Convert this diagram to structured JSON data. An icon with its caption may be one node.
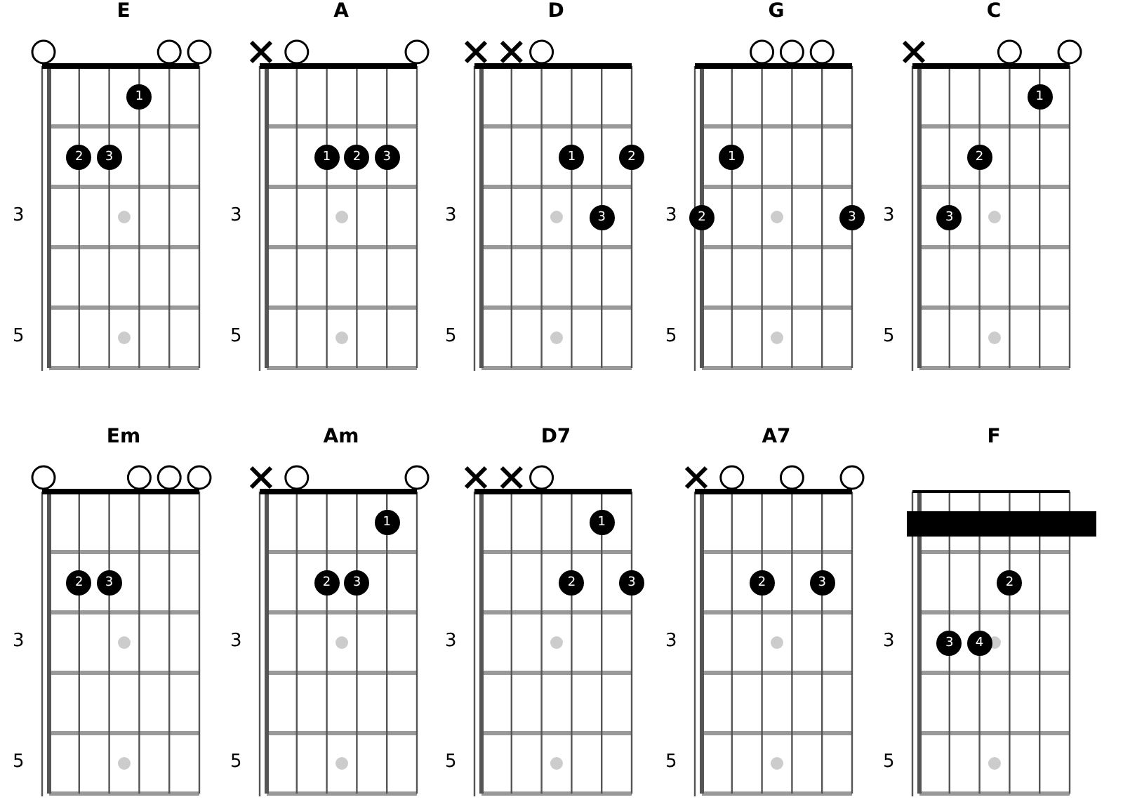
{
  "diagram": {
    "nodes": [
      {
        "text": [
          "E"
        ]
      },
      {
        "text": [
          "1"
        ],
        "in": 0
      },
      {
        "text": [
          "2"
        ],
        "in": 0
      },
      {
        "text": [
          "3"
        ],
        "in": 0
      },
      {
        "text": [
          "A"
        ]
      },
      {
        "text": [
          "1"
        ],
        "in": 4
      },
      {
        "text": [
          "2"
        ],
        "in": 4
      },
      {
        "text": [
          "3"
        ],
        "in": 4
      },
      {
        "text": [
          "D"
        ]
      },
      {
        "text": [
          "1"
        ],
        "in": 8
      },
      {
        "text": [
          "2"
        ],
        "in": 8
      },
      {
        "text": [
          "3"
        ],
        "in": 8
      },
      {
        "text": [
          "G"
        ]
      },
      {
        "text": [
          "1"
        ],
        "in": 12
      },
      {
        "text": [
          "2"
        ],
        "in": 12
      },
      {
        "text": [
          "3"
        ],
        "in": 12
      },
      {
        "text": [
          "C"
        ]
      },
      {
        "text": [
          "1"
        ],
        "in": 16
      },
      {
        "text": [
          "2"
        ],
        "in": 16
      },
      {
        "text": [
          "3"
        ],
        "in": 16
      },
      {
        "text": [
          "Em"
        ]
      },
      {
        "text": [
          "2"
        ],
        "in": 20
      },
      {
        "text": [
          "3"
        ],
        "in": 20
      },
      {
        "text": [
          "Am"
        ]
      },
      {
        "text": [
          "1"
        ],
        "in": 23
      },
      {
        "text": [
          "2"
        ],
        "in": 23
      },
      {
        "text": [
          "3"
        ],
        "in": 23
      },
      {
        "text": [
          "D7"
        ]
      },
      {
        "text": [
          "1"
        ],
        "in": 27
      },
      {
        "text": [
          "2"
        ],
        "in": 27
      },
      {
        "text": [
          "3"
        ],
        "in": 27
      },
      {
        "text": [
          "A7"
        ]
      },
      {
        "text": [
          "2"
        ],
        "in": 31
      },
      {
        "text": [
          "3"
        ],
        "in": 31
      },
      {
        "text": [
          "F"
        ]
      },
      {
        "text": [],
        "shape": "bar",
        "in": 34
      },
      {
        "text": [
          "2"
        ],
        "in": 34
      },
      {
        "text": [
          "3"
        ],
        "in": 34
      },
      {
        "text": [
          "4"
        ],
        "in": 34
      }
    ],
    "labels": [
      "3",
      "3",
      "3",
      "3",
      "3",
      "5",
      "5",
      "5",
      "5",
      "5",
      "3",
      "3",
      "3",
      "3",
      "3",
      "5",
      "5",
      "5",
      "5",
      "5"
    ]
  }
}
